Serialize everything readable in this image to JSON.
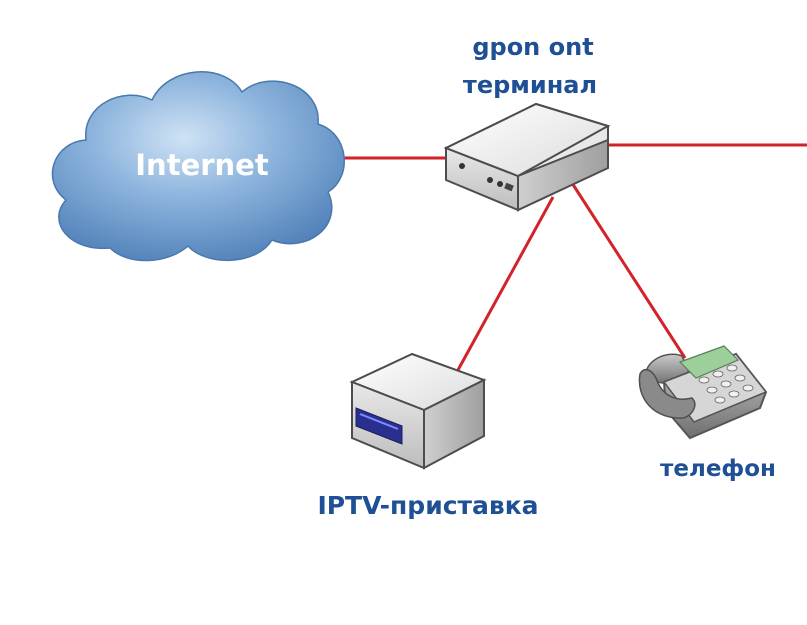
{
  "cloud": {
    "label": "Internet"
  },
  "terminal": {
    "label_line1": "gpon ont",
    "label_line2": "терминал"
  },
  "iptv": {
    "label": "IPTV-приставка"
  },
  "phone": {
    "label": "телефон"
  },
  "colors": {
    "link": "#d2232a",
    "label": "#1f4f95",
    "cloud": "#5f92c9"
  }
}
